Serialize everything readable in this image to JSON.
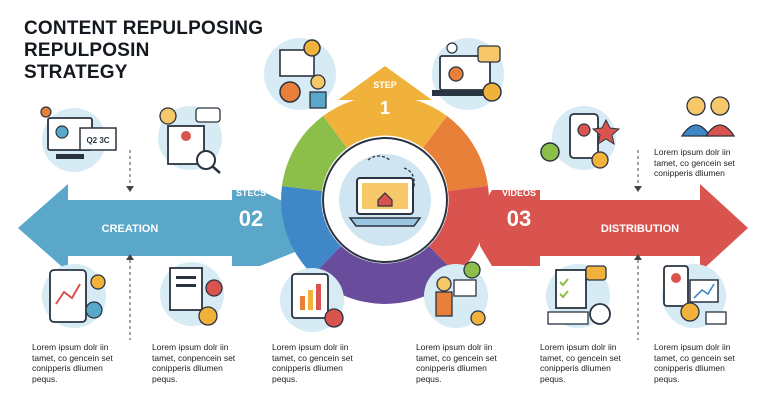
{
  "title": {
    "line1": "CONTENT REPULPOSING",
    "line2": "REPULPOSIN",
    "line3": "STRATEGY"
  },
  "steps": {
    "top": {
      "label": "STEP",
      "number": "1"
    },
    "left": {
      "label": "STECS",
      "number": "02"
    },
    "right": {
      "label": "VIDEOS",
      "number": "03"
    }
  },
  "arrows": {
    "left_label": "CREATION",
    "right_label": "DISTRIBUTION"
  },
  "colors": {
    "left_arrow": "#5aa7c9",
    "right_arrow": "#d9534f",
    "ring_yellow": "#f0b23a",
    "ring_orange": "#e8803a",
    "ring_red": "#d9534f",
    "ring_purple": "#6a4c9c",
    "ring_blue": "#3f87c6",
    "ring_green": "#8cbf4a"
  },
  "texts": {
    "top_right": [
      "Lorem ipsum dolr iin",
      "tamet, co gencein set",
      "conipperis dliumen"
    ],
    "bottom": [
      [
        "Lorem ipsum dolr iin",
        "tamet, co gencein set",
        "conipperis dliumen",
        "pequs."
      ],
      [
        "Lorem ipsum dolr iin",
        "tamet, conpencein set",
        "conipperis dliumen",
        "pequs."
      ],
      [
        "Lorem ipsum dolr iin",
        "tamet, co gencein set",
        "conipperis dliumen",
        "pequs."
      ],
      [
        "Lorem ipsum dolr iin",
        "tamet, co gencein set",
        "conipperis dliumen",
        "pequs."
      ],
      [
        "Lorem ipsum dolr iin",
        "tamet, co gencein set",
        "conipperis dliumen",
        "pequs."
      ],
      [
        "Lorem ipsum dolr iin",
        "tamet, co gencein set",
        "conipperis dliumen",
        "pequs."
      ]
    ]
  },
  "icon_badge": "Q2 3C",
  "icons": [
    "analytics-monitor-icon",
    "document-search-icon",
    "team-gears-icon",
    "laptop-gears-icon",
    "awards-phone-icon",
    "business-people-icon",
    "mobile-chart-icon",
    "documents-profile-icon",
    "tablet-presentation-icon",
    "presenter-gears-icon",
    "checklist-laptop-icon",
    "phone-charts-icon",
    "laptop-home-icon"
  ]
}
